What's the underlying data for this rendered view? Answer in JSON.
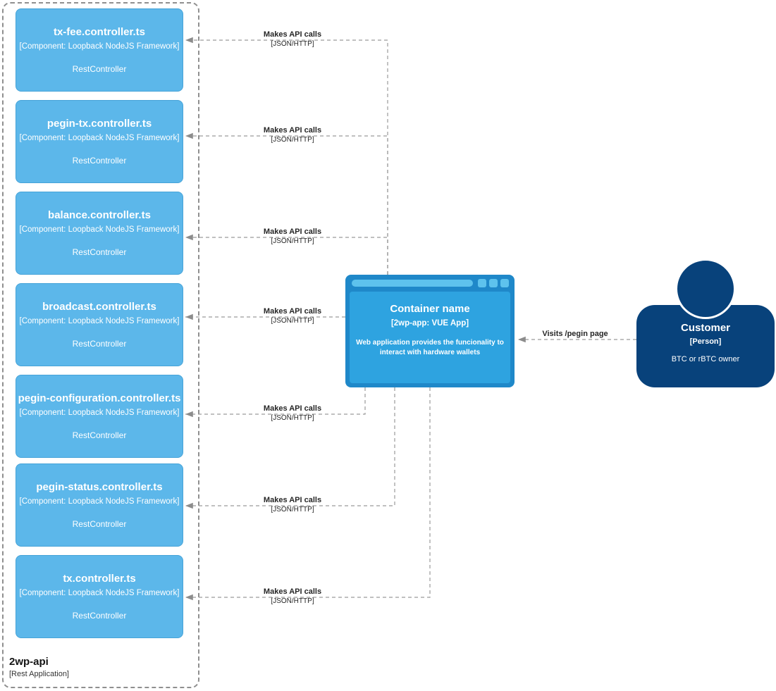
{
  "boundary": {
    "name": "2wp-api",
    "type": "[Rest Application]"
  },
  "components": [
    {
      "title": "tx-fee.controller.ts",
      "meta": "[Component: Loopback NodeJS Framework]",
      "role": "RestController"
    },
    {
      "title": "pegin-tx.controller.ts",
      "meta": "[Component: Loopback NodeJS Framework]",
      "role": "RestController"
    },
    {
      "title": "balance.controller.ts",
      "meta": "[Component: Loopback NodeJS Framework]",
      "role": "RestController"
    },
    {
      "title": "broadcast.controller.ts",
      "meta": "[Component: Loopback NodeJS Framework]",
      "role": "RestController"
    },
    {
      "title": "pegin-configuration.controller.ts",
      "meta": "[Component: Loopback NodeJS Framework]",
      "role": "RestController"
    },
    {
      "title": "pegin-status.controller.ts",
      "meta": "[Component: Loopback NodeJS Framework]",
      "role": "RestController"
    },
    {
      "title": "tx.controller.ts",
      "meta": "[Component: Loopback NodeJS Framework]",
      "role": "RestController"
    }
  ],
  "container": {
    "title": "Container name",
    "subtitle": "[2wp-app: VUE App]",
    "description": "Web application provides the funcionality to interact with hardware wallets"
  },
  "person": {
    "title": "Customer",
    "subtitle": "[Person]",
    "description": "BTC or rBTC owner"
  },
  "relationships": {
    "api": {
      "label": "Makes API calls",
      "tech": "[JSON/HTTP]"
    },
    "visit": {
      "label": "Visits /pegin page"
    }
  },
  "colors": {
    "component": "#5cb7ea",
    "container_frame": "#1f88c9",
    "container_body": "#2ea3e0",
    "person": "#08427b",
    "edge": "#9a9a9a"
  }
}
